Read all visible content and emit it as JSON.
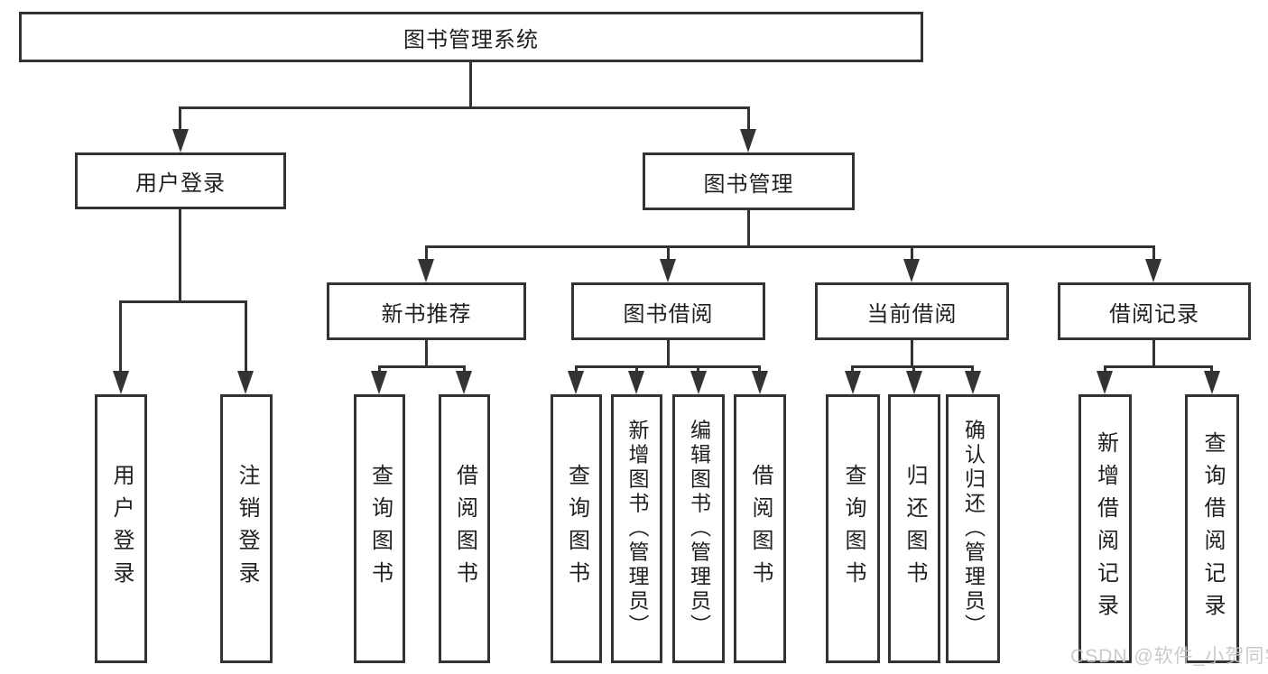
{
  "diagram_title": "图书管理系统",
  "colors": {
    "background": "#ffffff",
    "box_border": "#333333",
    "connector_line": "#333333",
    "text": "#1f1f1f",
    "watermark": "#c8c4c4"
  },
  "nodes": {
    "root": {
      "label": "图书管理系统"
    },
    "level1": [
      {
        "label": "用户登录"
      },
      {
        "label": "图书管理"
      }
    ],
    "level2": [
      {
        "label": "新书推荐"
      },
      {
        "label": "图书借阅"
      },
      {
        "label": "当前借阅"
      },
      {
        "label": "借阅记录"
      }
    ],
    "leaves": [
      {
        "label": "用户登录"
      },
      {
        "label": "注销登录"
      },
      {
        "label": "查询图书"
      },
      {
        "label": "借阅图书"
      },
      {
        "label": "查询图书"
      },
      {
        "label": "新增图书（管理员）"
      },
      {
        "label": "编辑图书（管理员）"
      },
      {
        "label": "借阅图书"
      },
      {
        "label": "查询图书"
      },
      {
        "label": "归还图书"
      },
      {
        "label": "确认归还（管理员）"
      },
      {
        "label": "新增借阅记录"
      },
      {
        "label": "查询借阅记录"
      }
    ]
  },
  "watermark": {
    "text": "CSDN @软件_小贺同学"
  }
}
